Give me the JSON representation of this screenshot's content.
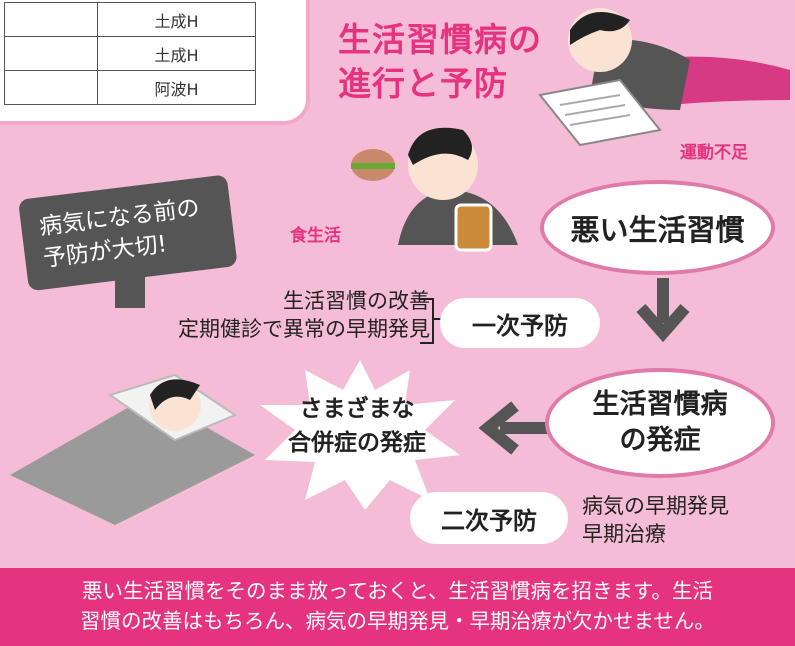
{
  "table": {
    "rows": [
      {
        "left": "",
        "right": "土成H"
      },
      {
        "left": "",
        "right": "土成H"
      },
      {
        "left": "",
        "right": "阿波H"
      }
    ]
  },
  "title": {
    "line1": "生活習慣病の",
    "line2": "進行と予防"
  },
  "labels": {
    "exercise": "運動不足",
    "diet": "食生活"
  },
  "bubble": {
    "line1": "病気になる前の",
    "line2": "予防が大切!"
  },
  "stages": {
    "bad_habits": "悪い生活習慣",
    "disease_line1": "生活習慣病",
    "disease_line2": "の発症",
    "complications_line1": "さまざまな",
    "complications_line2": "合併症の発症"
  },
  "prevention": {
    "primary_label": "一次予防",
    "primary_item1": "生活習慣の改善",
    "primary_item2": "定期健診で異常の早期発見",
    "secondary_label": "二次予防",
    "secondary_item1": "病気の早期発見",
    "secondary_item2": "早期治療"
  },
  "footer": {
    "line1": "悪い生活習慣をそのまま放っておくと、生活習慣病を招きます。生活",
    "line2": "習慣の改善はもちろん、病気の早期発見・早期治療が欠かせません。"
  },
  "colors": {
    "accent": "#e6337f",
    "background": "#f4bcd6",
    "arrow": "#555555"
  }
}
